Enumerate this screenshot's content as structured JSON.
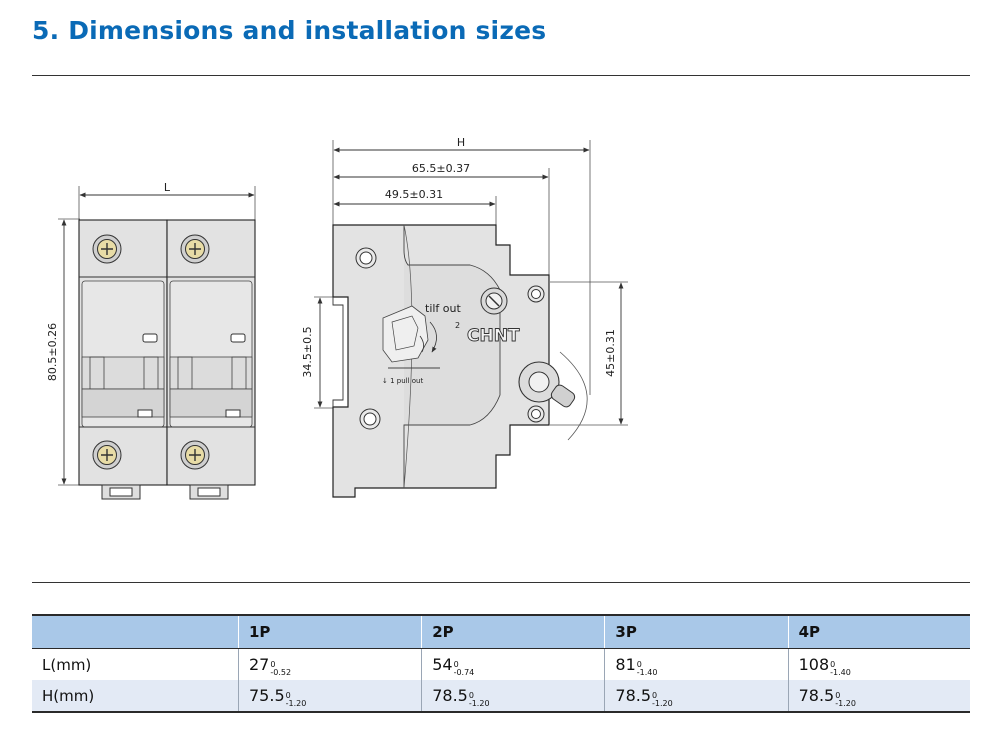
{
  "page": {
    "title": "5. Dimensions and installation sizes"
  },
  "drawing": {
    "front": {
      "width_label": "L",
      "height_label": "80.5±0.26"
    },
    "side": {
      "overall_label": "H",
      "dim_65": "65.5±0.37",
      "dim_49": "49.5±0.31",
      "dim_345": "34.5±0.5",
      "dim_45": "45±0.31",
      "tilt_label": "tilf out",
      "step2": "2",
      "pull_label": "↓ 1 pull out",
      "brand": "CHNT"
    }
  },
  "table": {
    "headers": [
      "",
      "1P",
      "2P",
      "3P",
      "4P"
    ],
    "rows": [
      {
        "label": "L(mm)",
        "cells": [
          {
            "value": "27",
            "upper": "0",
            "lower": "-0.52"
          },
          {
            "value": "54",
            "upper": "0",
            "lower": "-0.74"
          },
          {
            "value": "81",
            "upper": "0",
            "lower": "-1.40"
          },
          {
            "value": "108",
            "upper": "0",
            "lower": "-1.40"
          }
        ]
      },
      {
        "label": "H(mm)",
        "cells": [
          {
            "value": "75.5",
            "upper": "0",
            "lower": "-1.20"
          },
          {
            "value": "78.5",
            "upper": "0",
            "lower": "-1.20"
          },
          {
            "value": "78.5",
            "upper": "0",
            "lower": "-1.20"
          },
          {
            "value": "78.5",
            "upper": "0",
            "lower": "-1.20"
          }
        ]
      }
    ]
  }
}
